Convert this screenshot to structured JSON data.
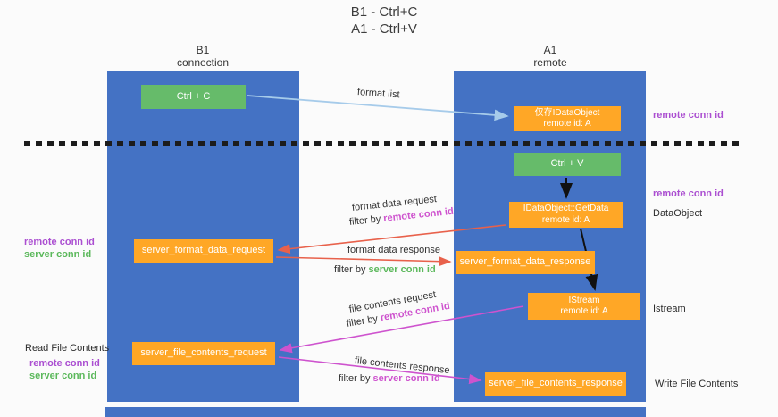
{
  "title": {
    "line1": "B1 - Ctrl+C",
    "line2": "A1 - Ctrl+V"
  },
  "colors": {
    "column_blue": "#4472C4",
    "node_orange": "#FFA726",
    "node_green": "#66BB6A",
    "arrow_red": "#E8614B",
    "arrow_magenta": "#CE53CE",
    "arrow_light_blue": "#A6CBEA",
    "arrow_black": "#111111",
    "label_purple": "#AB4FD1",
    "label_green": "#5BB85B"
  },
  "columns": {
    "left": {
      "title": "B1",
      "subtitle": "connection"
    },
    "right": {
      "title": "A1",
      "subtitle": "remote"
    }
  },
  "nodes": {
    "ctrl_c": {
      "label": "Ctrl + C"
    },
    "ctrl_v": {
      "label": "Ctrl + V"
    },
    "idataobject_cache": {
      "line1": "仅存IDataObject",
      "line2": "remote id: A"
    },
    "getdata": {
      "line1": "IDataObject::GetData",
      "line2": "remote id: A"
    },
    "istream": {
      "line1": "IStream",
      "line2": "remote id: A"
    },
    "format_request": {
      "label": "server_format_data_request"
    },
    "format_response": {
      "label": "server_format_data_response"
    },
    "file_request": {
      "label": "server_file_contents_request"
    },
    "file_response": {
      "label": "server_file_contents_response"
    }
  },
  "edge_labels": {
    "format_list": "format list",
    "format_data_request": "format data request",
    "format_data_response": "format data response",
    "file_contents_request": "file contents request",
    "file_contents_response": "file contents response",
    "filter_by": "filter by ",
    "remote_conn_id": "remote conn id",
    "server_conn_id": "server conn id"
  },
  "side_labels": {
    "remote_conn_id": "remote conn id",
    "server_conn_id": "server conn id",
    "dataobject": "DataObject",
    "istream": "Istream",
    "read_file_contents": "Read File Contents",
    "write_file_contents": "Write File Contents"
  }
}
